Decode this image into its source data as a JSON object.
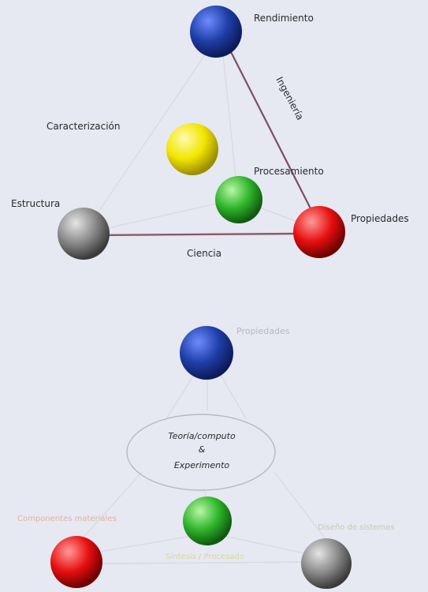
{
  "diagram_top": {
    "nodes": {
      "blue": {
        "label": "Rendimiento",
        "color": "#1f3fa8"
      },
      "yellow": {
        "label": "Caracterización",
        "color": "#f2e600"
      },
      "green": {
        "label": "Procesamiento",
        "color": "#2fb52b"
      },
      "gray": {
        "label": "Estructura",
        "color": "#8a8a8a"
      },
      "red": {
        "label": "Propiedades",
        "color": "#e81010"
      }
    },
    "edge_labels": {
      "engineering": "Ingeniería",
      "science": "Ciencia"
    }
  },
  "diagram_bottom": {
    "nodes": {
      "blue": {
        "label": "Propiedades",
        "color": "#1f3fa8"
      },
      "green": {
        "label": "",
        "color": "#2fb52b"
      },
      "red": {
        "label": "Componentes materiales",
        "color": "#e81010"
      },
      "gray": {
        "label": "Diseño de sistemas",
        "color": "#8a8a8a"
      }
    },
    "ellipse_text": {
      "line1": "Teoría/computo",
      "line2": "&",
      "line3": "Experimento"
    },
    "edge_labels": {
      "bottom": "Síntesis / Procesado"
    }
  }
}
